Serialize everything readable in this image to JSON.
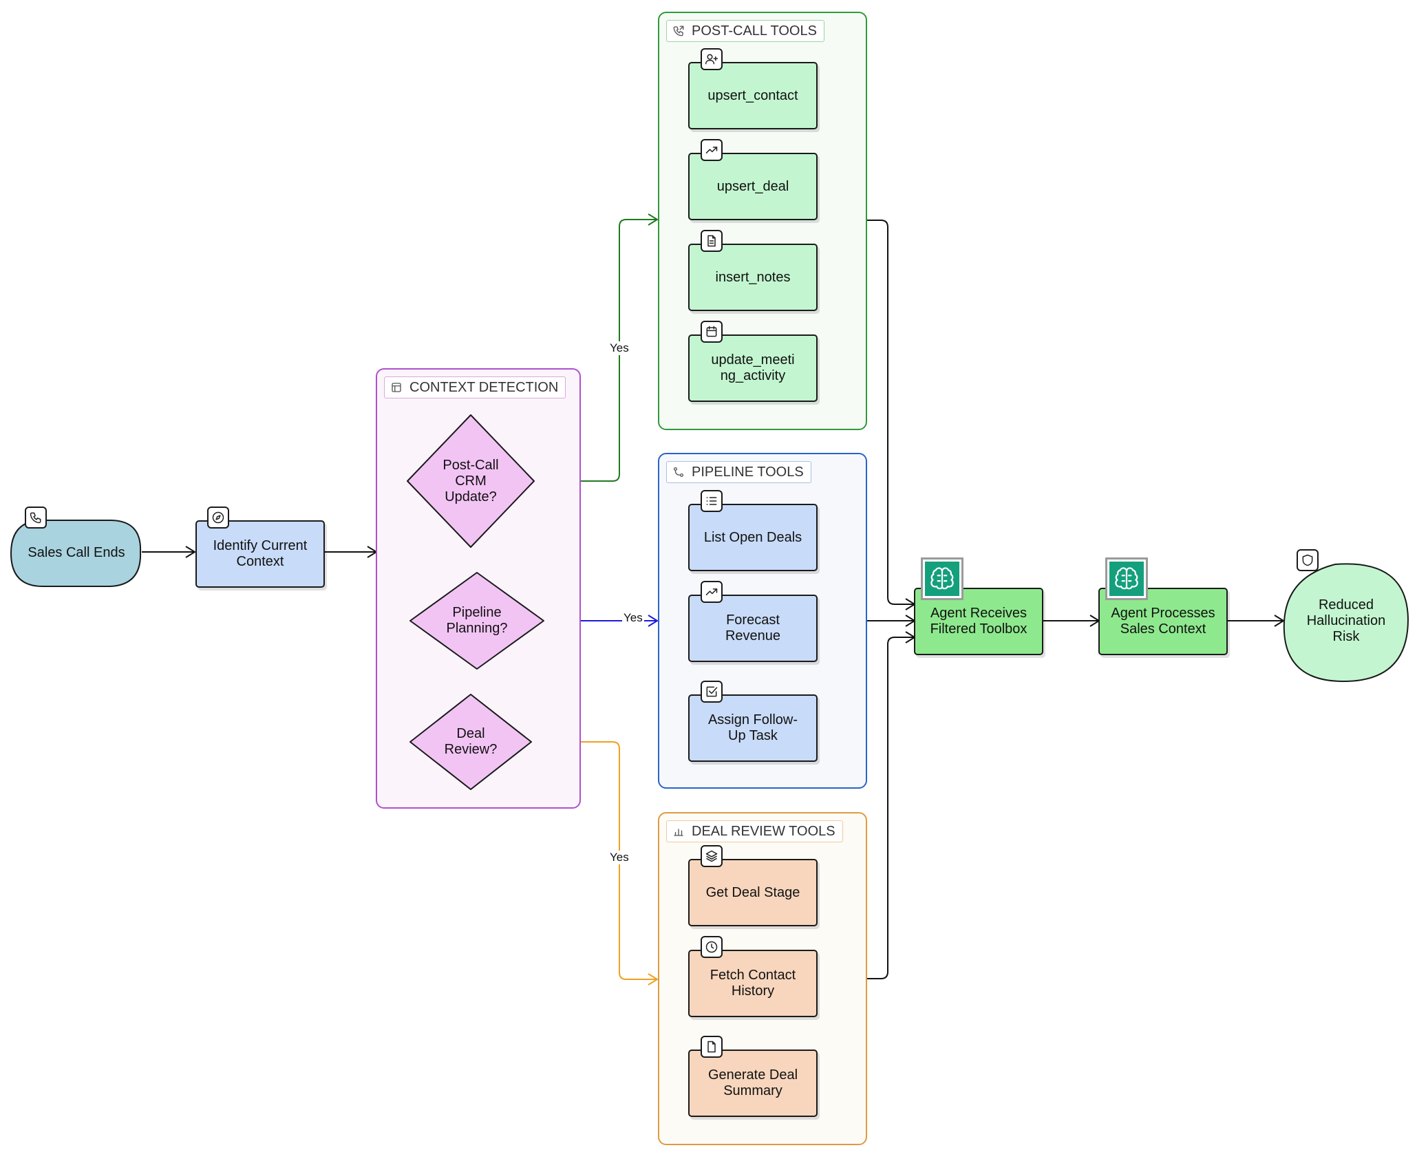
{
  "start": {
    "label": "Sales Call Ends",
    "icon": "phone-icon"
  },
  "identify": {
    "label": "Identify Current Context",
    "icon": "compass-icon"
  },
  "context_group": {
    "title": "CONTEXT DETECTION",
    "icon": "layout-icon",
    "border_color": "#b04fd0",
    "decisions": [
      {
        "label": "Post-Call CRM Update?"
      },
      {
        "label": "Pipeline Planning?"
      },
      {
        "label": "Deal Review?"
      }
    ]
  },
  "post_call_group": {
    "title": "POST-CALL TOOLS",
    "icon": "phone-outgoing-icon",
    "border_color": "#2e9a3a",
    "fill": "#c3f6d0",
    "tools": [
      {
        "label": "upsert_contact",
        "icon": "user-plus-icon"
      },
      {
        "label": "upsert_deal",
        "icon": "trending-up-icon"
      },
      {
        "label": "insert_notes",
        "icon": "file-text-icon"
      },
      {
        "label": "update_meeting_activity",
        "icon": "calendar-icon"
      }
    ]
  },
  "pipeline_group": {
    "title": "PIPELINE TOOLS",
    "icon": "git-branch-icon",
    "border_color": "#2a63c8",
    "fill": "#c8dbf8",
    "tools": [
      {
        "label": "List Open Deals",
        "icon": "list-icon"
      },
      {
        "label": "Forecast Revenue",
        "icon": "trending-up-icon"
      },
      {
        "label": "Assign Follow-Up Task",
        "icon": "check-square-icon"
      }
    ]
  },
  "deal_review_group": {
    "title": "DEAL REVIEW TOOLS",
    "icon": "bar-chart-icon",
    "border_color": "#e09a40",
    "fill": "#f7d6bd",
    "tools": [
      {
        "label": "Get Deal Stage",
        "icon": "layers-icon"
      },
      {
        "label": "Fetch Contact History",
        "icon": "clock-icon"
      },
      {
        "label": "Generate Deal Summary",
        "icon": "file-icon"
      }
    ]
  },
  "agent_receives": {
    "label": "Agent Receives Filtered Toolbox",
    "icon": "brain-icon"
  },
  "agent_processes": {
    "label": "Agent Processes Sales Context",
    "icon": "brain-icon"
  },
  "end": {
    "label": "Reduced Hallucination Risk",
    "icon": "shield-icon"
  },
  "edges": {
    "yes_post_call": "Yes",
    "yes_pipeline": "Yes",
    "yes_deal_review": "Yes"
  },
  "colors": {
    "start_fill": "#a9d3df",
    "identify_fill": "#c8dbf8",
    "decision_fill": "#f2c4f4",
    "agent_fill": "#8ee98e",
    "end_fill": "#c3f6d0",
    "green_edge": "#1f7a1f",
    "blue_edge": "#1a1ae0",
    "orange_edge": "#f0a020"
  }
}
